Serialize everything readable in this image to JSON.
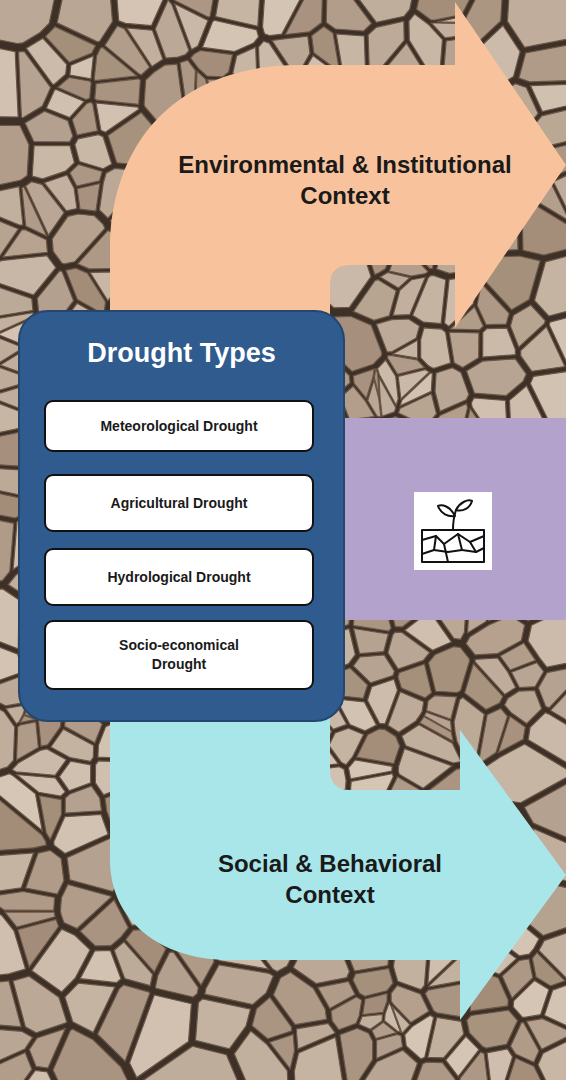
{
  "diagram": {
    "nodes": [
      {
        "text": [
          "Environmental & Institutional Context"
        ]
      },
      {
        "text": [
          "Drought Types"
        ]
      },
      {
        "text": [
          "Meteorological Drought"
        ],
        "in": 1
      },
      {
        "text": [
          "Agricultural Drought"
        ],
        "in": 1
      },
      {
        "text": [
          "Hydrological Drought"
        ],
        "in": 1
      },
      {
        "text": [
          "Socio-economical Drought"
        ],
        "in": 1
      },
      {
        "text": [
          "Social & Behavioral Context"
        ]
      }
    ]
  }
}
